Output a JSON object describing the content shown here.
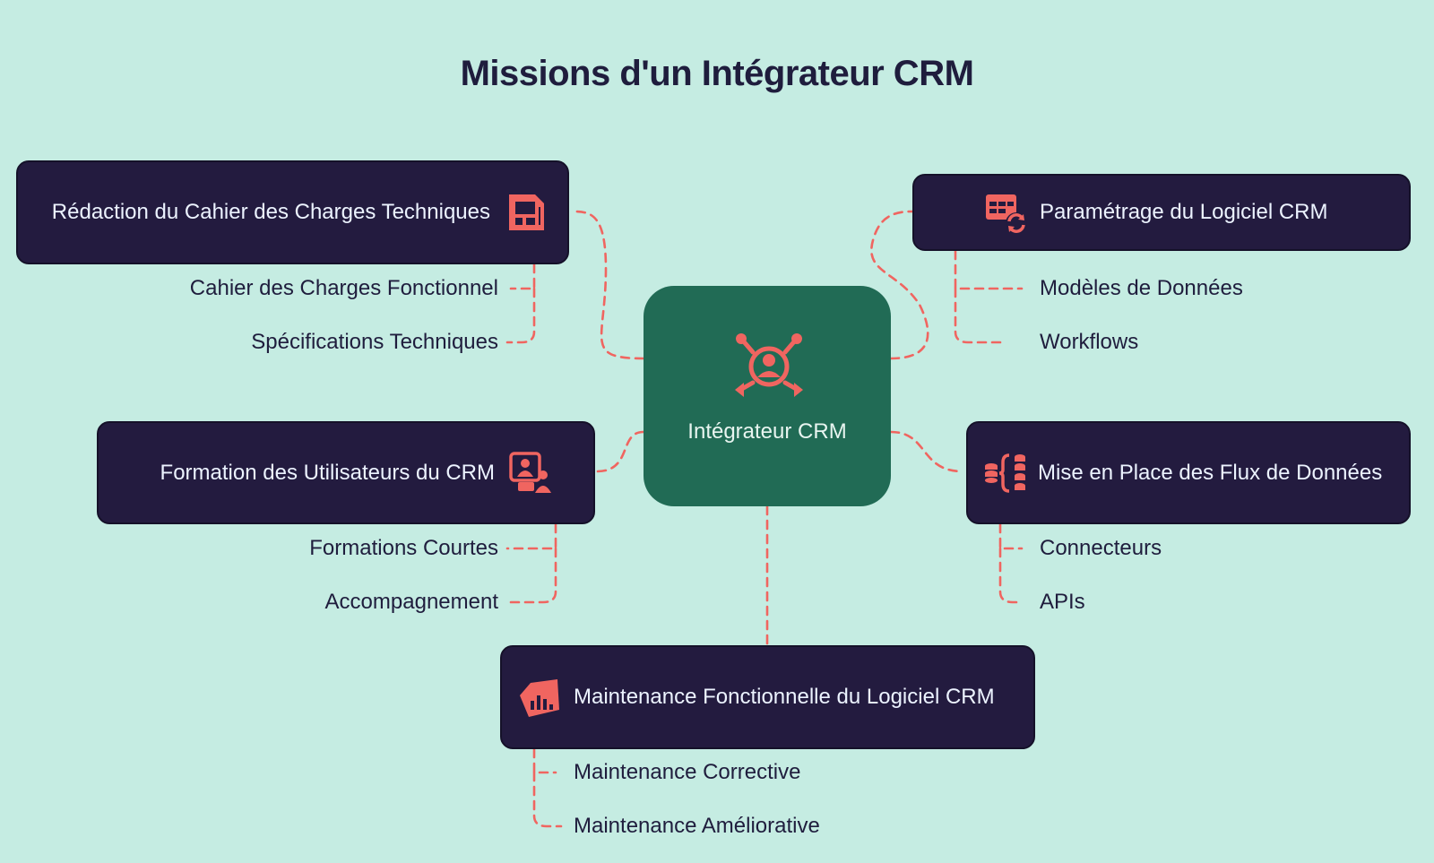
{
  "title": "Missions d'un Intégrateur CRM",
  "colors": {
    "background": "#c5ece2",
    "box": "#231b3f",
    "center": "#216b55",
    "accent": "#f06560",
    "text_dark": "#1f1d3d",
    "text_light": "#ecf3ff"
  },
  "center": {
    "label": "Intégrateur CRM",
    "icon": "crm-integrator-icon"
  },
  "branches": {
    "cahier": {
      "label": "Rédaction du Cahier des Charges Techniques",
      "icon": "document-layout-icon",
      "children": [
        "Cahier des Charges Fonctionnel",
        "Spécifications Techniques"
      ]
    },
    "param": {
      "label": "Paramétrage du Logiciel CRM",
      "icon": "table-sync-icon",
      "children": [
        "Modèles de Données",
        "Workflows"
      ]
    },
    "formation": {
      "label": "Formation des Utilisateurs du CRM",
      "icon": "user-training-icon",
      "children": [
        "Formations Courtes",
        "Accompagnement"
      ]
    },
    "flux": {
      "label": "Mise en Place des Flux de Données",
      "icon": "data-flow-icon",
      "children": [
        "Connecteurs",
        "APIs"
      ]
    },
    "maint": {
      "label": "Maintenance Fonctionnelle du Logiciel CRM",
      "icon": "maintenance-chart-icon",
      "children": [
        "Maintenance Corrective",
        "Maintenance Améliorative"
      ]
    }
  }
}
